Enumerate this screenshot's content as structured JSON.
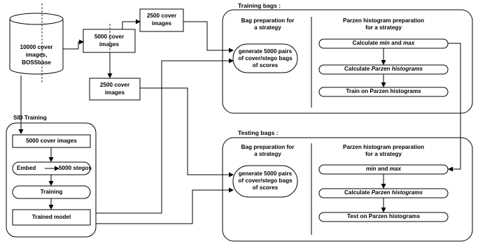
{
  "source": {
    "line1": "10000 cover",
    "line2": "images,",
    "line3": "BOSSbase"
  },
  "split": {
    "left_5000": [
      "5000 cover",
      "images"
    ],
    "top_2500": [
      "2500 cover",
      "images"
    ],
    "bottom_2500": [
      "2500 cover",
      "images"
    ]
  },
  "sid": {
    "title": "SID Training",
    "cover_images": "5000 cover images",
    "embed": "Embed",
    "stegos": "5000 stegos",
    "training": "Training",
    "trained_model": "Trained model"
  },
  "training_bags": {
    "title": "Training bags :",
    "bag_prep_title": [
      "Bag preparation for",
      "a strategy"
    ],
    "generate": [
      "generate 5000 pairs",
      "of cover/stego bags",
      "of scores"
    ],
    "parzen_title": [
      "Parzen histogram preparation",
      "for a strategy"
    ],
    "step1_prefix": "Calculate ",
    "step1_min": "min",
    "step1_and": " and ",
    "step1_max": "max",
    "step2_prefix": "Calculate  ",
    "step2_italic": "Parzen histograms",
    "step3": "Train on Parzen histograms"
  },
  "testing_bags": {
    "title": "Testing bags :",
    "bag_prep_title": [
      "Bag preparation for",
      "a strategy"
    ],
    "generate": [
      "generate 5000 pairs",
      "of cover/stego bags",
      "of scores"
    ],
    "parzen_title": [
      "Parzen histogram preparation",
      "for a strategy"
    ],
    "step1_min": "min",
    "step1_and": " and ",
    "step1_max": "max",
    "step2_prefix": "Calculate  ",
    "step2_italic": "Parzen histograms",
    "step3": "Test on Parzen histograms"
  }
}
